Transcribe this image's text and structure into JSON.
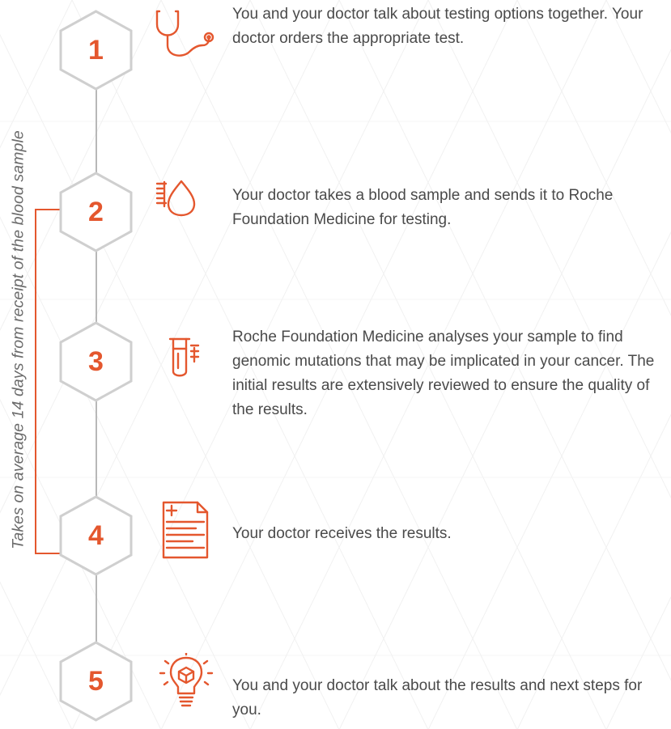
{
  "side_note": "Takes on average 14 days from receipt of the blood sample",
  "steps": [
    {
      "number": "1",
      "icon": "stethoscope-icon",
      "text": "You and your doctor talk about testing options together. Your doctor orders the appropriate test."
    },
    {
      "number": "2",
      "icon": "blood-drop-icon",
      "text": "Your doctor takes a blood sample and sends it to Roche Foundation Medicine for testing."
    },
    {
      "number": "3",
      "icon": "test-tube-icon",
      "text": "Roche Foundation Medicine analyses your sample to find genomic mutations that may be implicated in your cancer. The initial results are extensively reviewed to ensure the quality of the results."
    },
    {
      "number": "4",
      "icon": "medical-report-icon",
      "text": "Your doctor receives the results."
    },
    {
      "number": "5",
      "icon": "lightbulb-icon",
      "text": "You and your doctor talk about the results and next steps for you."
    }
  ],
  "colors": {
    "accent": "#e4572e",
    "text": "#4a4a4a",
    "line": "#b8b8b8",
    "hex_border": "#cfcfcf"
  }
}
